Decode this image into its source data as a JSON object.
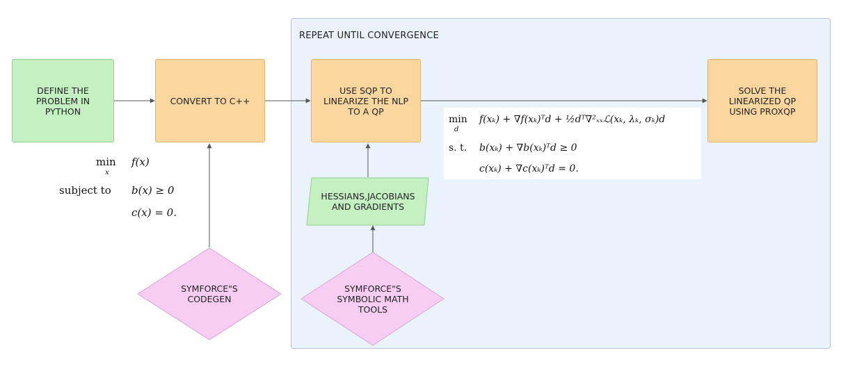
{
  "group": {
    "title": "REPEAT UNTIL CONVERGENCE"
  },
  "nodes": {
    "define": "DEFINE THE\nPROBLEM IN\nPYTHON",
    "convert": "CONVERT TO C++",
    "sqp": "USE SQP TO\nLINEARIZE THE NLP\nTO A QP",
    "solve": "SOLVE THE\nLINEARIZED QP\nUSING PROXQP",
    "hessians": "HESSIANS,JACOBIANS\nAND GRADIENTS",
    "codegen": "SYMFORCE\"S\nCODEGEN",
    "symbolic": "SYMFORCE\"S\nSYMBOLIC MATH\nTOOLS"
  },
  "problem_math": {
    "min": "min",
    "var": "x",
    "objective": "f(x)",
    "subject_to": "subject to",
    "c1": "b(x) ≥ 0",
    "c2": "c(x) = 0."
  },
  "qp_math": {
    "min": "min",
    "var": "d",
    "objective": "f(xₖ) + ∇f(xₖ)ᵀd + ½dᵀ∇²ₓₓℒ(xₖ, λₖ, σₖ)d",
    "st": "s. t.",
    "c1": "b(xₖ) + ∇b(xₖ)ᵀd ≥ 0",
    "c2": "c(xₖ) + ∇c(xₖ)ᵀd = 0."
  },
  "colors": {
    "green": "#c4f0c2",
    "orange": "#fbd69e",
    "pink": "#f7cdf3",
    "group_bg": "#eaf3fc",
    "edge": "#555555"
  }
}
